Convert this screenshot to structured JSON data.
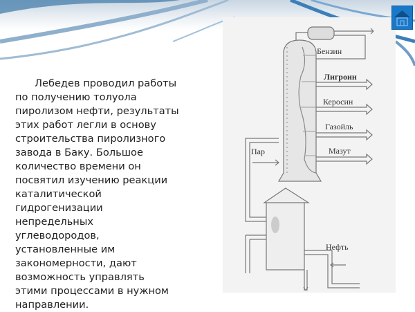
{
  "slide": {
    "body_lines": [
      "Лебедев проводил работы",
      "по получению толуола",
      "пиролизом нефти, результаты",
      "этих работ легли в основу",
      "строительства пиролизного",
      "завода в Баку. Большое",
      "количество времени он",
      "посвятил изучению реакции",
      "каталитической",
      "гидрогенизации",
      "непредельных",
      "углеводородов,",
      "установленные им",
      "закономерности, дают",
      "возможность управлять",
      "этими процессами в нужном",
      "направлении."
    ]
  },
  "diagram": {
    "labels": {
      "benzin": "Бензин",
      "ligroin": "Лигроин",
      "kerosin": "Керосин",
      "gazoil": "Газойль",
      "mazut": "Мазут",
      "par": "Пар",
      "neft": "Нефть"
    }
  },
  "nav": {
    "home_icon": "home-icon",
    "accent": "#1a78c8"
  }
}
